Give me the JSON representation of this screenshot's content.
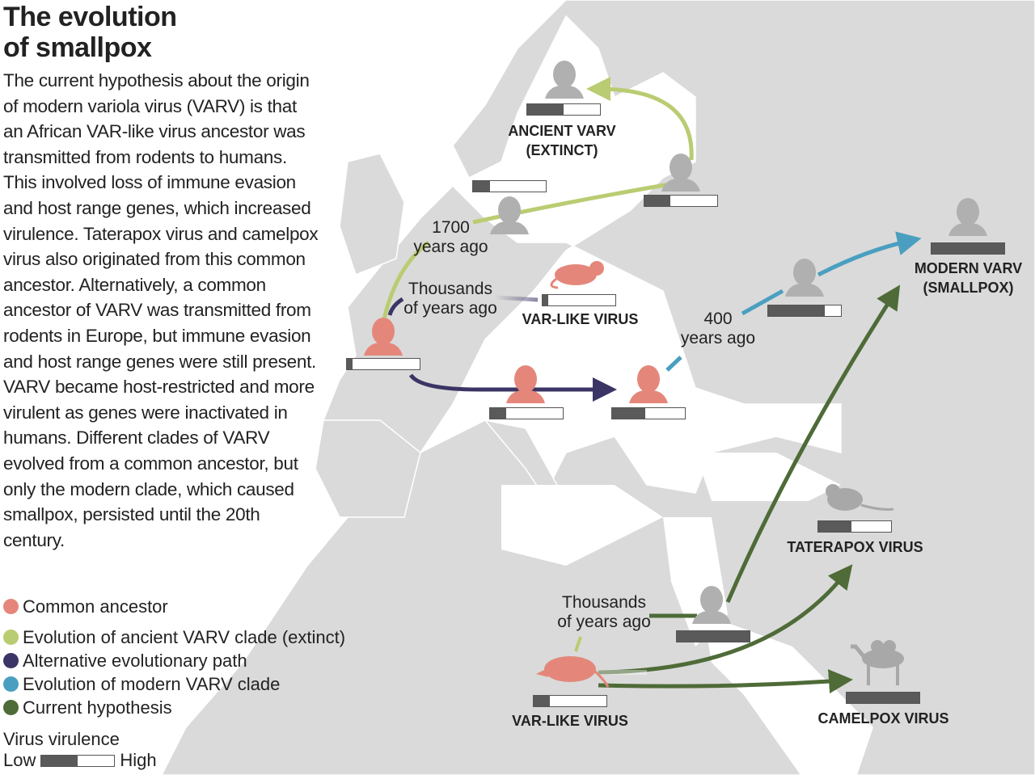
{
  "title": [
    "The evolution",
    "of smallpox"
  ],
  "description": "The current hypothesis about the origin of modern variola virus (VARV) is that an African VAR-like virus ancestor was transmitted from rodents to humans. This involved loss of immune evasion and host range genes, which increased virulence. Taterapox virus and camelpox virus also originated from this common ancestor. Alternatively, a common ancestor of VARV was transmitted from rodents in Europe, but immune evasion and host range genes were still present. VARV became host-restricted and more virulent as genes were inactivated in humans. Different clades of VARV evolved from a common ancestor, but only the modern clade, which caused smallpox, persisted until the 20th century.",
  "colors": {
    "common_ancestor": "#e4877a",
    "ancient_clade": "#b9cc72",
    "alternative_path": "#3b3565",
    "modern_clade": "#4a9fc0",
    "current_hypothesis": "#4e6b38",
    "land": "#dadada",
    "host_gray": "#b0b0b0"
  },
  "legend": [
    {
      "label": "Common ancestor",
      "color": "#e4877a"
    },
    {
      "label": "Evolution of ancient VARV clade (extinct)",
      "color": "#b9cc72"
    },
    {
      "label": "Alternative evolutionary path",
      "color": "#3b3565"
    },
    {
      "label": "Evolution of modern VARV clade",
      "color": "#4a9fc0"
    },
    {
      "label": "Current hypothesis",
      "color": "#4e6b38"
    }
  ],
  "virulence_scale": {
    "title": "Virus virulence",
    "low": "Low",
    "high": "High",
    "example": 0.5
  },
  "labels": {
    "ancient_varv": [
      "ANCIENT VARV",
      "(EXTINCT)"
    ],
    "modern_varv": [
      "MODERN VARV",
      "(SMALLPOX)"
    ],
    "var_like_europe": "VAR-LIKE VIRUS",
    "var_like_africa": "VAR-LIKE VIRUS",
    "taterapox": "TATERAPOX VIRUS",
    "camelpox": "CAMELPOX VIRUS"
  },
  "notes": {
    "years1700": [
      "1700",
      "years ago"
    ],
    "thousands_europe": [
      "Thousands",
      "of years ago"
    ],
    "years400": [
      "400",
      "years ago"
    ],
    "thousands_africa": [
      "Thousands",
      "of years ago"
    ]
  },
  "virulence": {
    "ancient_varv": 0.5,
    "baltic": 0.35,
    "germany": 0.23,
    "france_ancestor": 0.08,
    "var_like_europe": 0.08,
    "italy": 0.22,
    "balkans": 0.45,
    "ukraine": 0.78,
    "modern_varv": 1.0,
    "middle_east": 1.0,
    "taterapox": 0.45,
    "var_like_africa": 0.22,
    "camelpox": 1.0
  }
}
